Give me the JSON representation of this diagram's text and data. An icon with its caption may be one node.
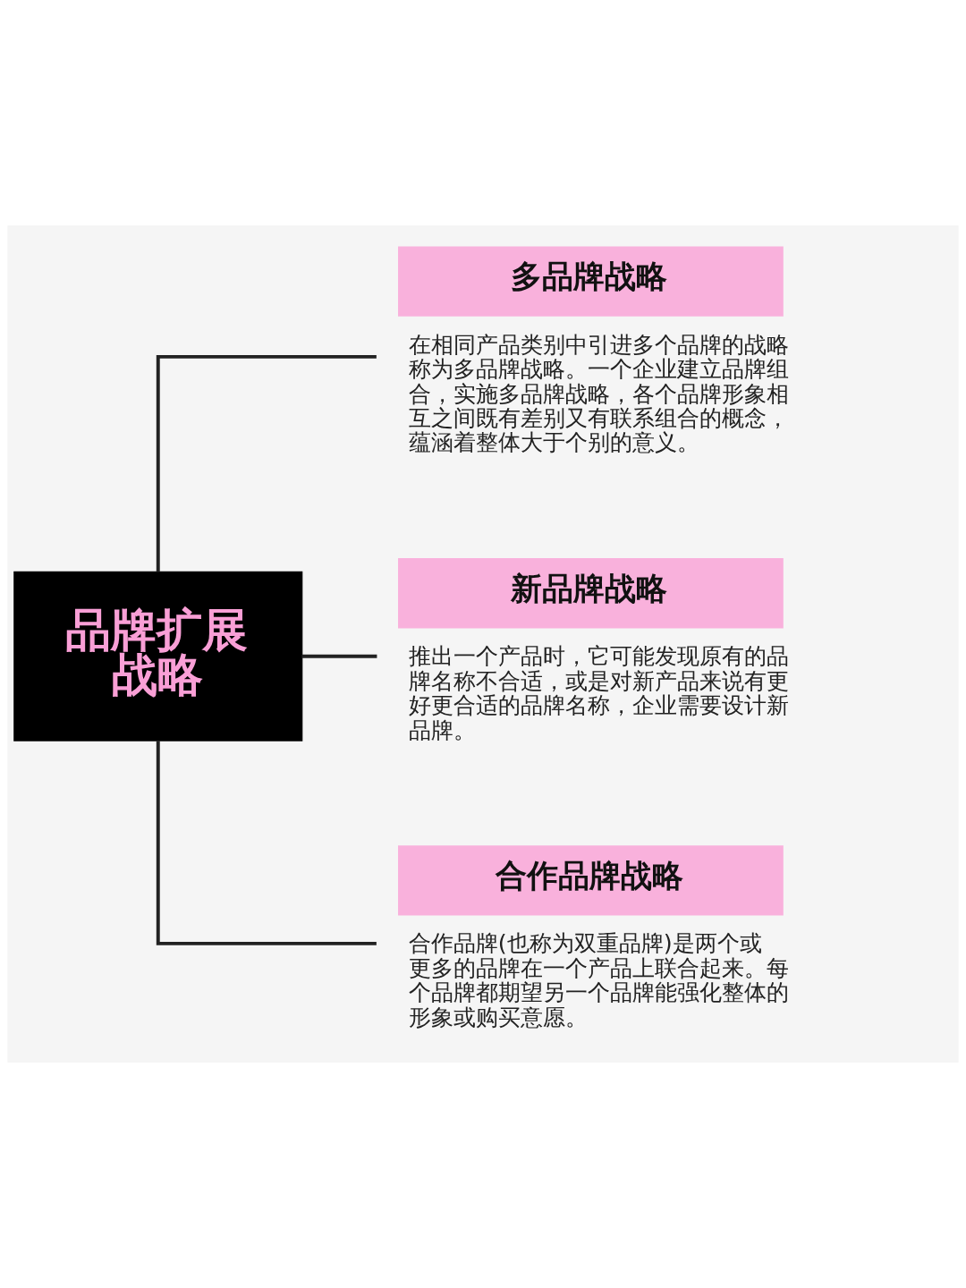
{
  "diagram": {
    "nodes": [
      {
        "text": [
          "品牌扩展战略"
        ]
      },
      {
        "text": [
          "多品牌战略"
        ],
        "beside": [
          "在相同产品类别中引进多个品牌的战略称为多品牌战略。一个企业建立品牌组合，实施多品牌战略，各个品牌形象相互之间既有差别又有联系组合的概念，蕴涵着整体大于个别的意义。"
        ]
      },
      {
        "text": [
          "新品牌战略"
        ],
        "beside": [
          "推出一个产品时，它可能发现原有的品牌名称不合适，或是对新产品来说有更好更合适的品牌名称，企业需要设计新品牌。"
        ]
      },
      {
        "text": [
          "合作品牌战略"
        ],
        "beside": [
          "合作品牌(也称为双重品牌)是两个或更多的品牌在一个产品上联合起来。每个品牌都期望另一个品牌能强化整体的形象或购买意愿。"
        ]
      }
    ],
    "edges": [
      {
        "from": 0,
        "to": 1,
        "arrow": "none"
      },
      {
        "from": 0,
        "to": 2,
        "arrow": "none"
      },
      {
        "from": 0,
        "to": 3,
        "arrow": "none"
      }
    ]
  }
}
